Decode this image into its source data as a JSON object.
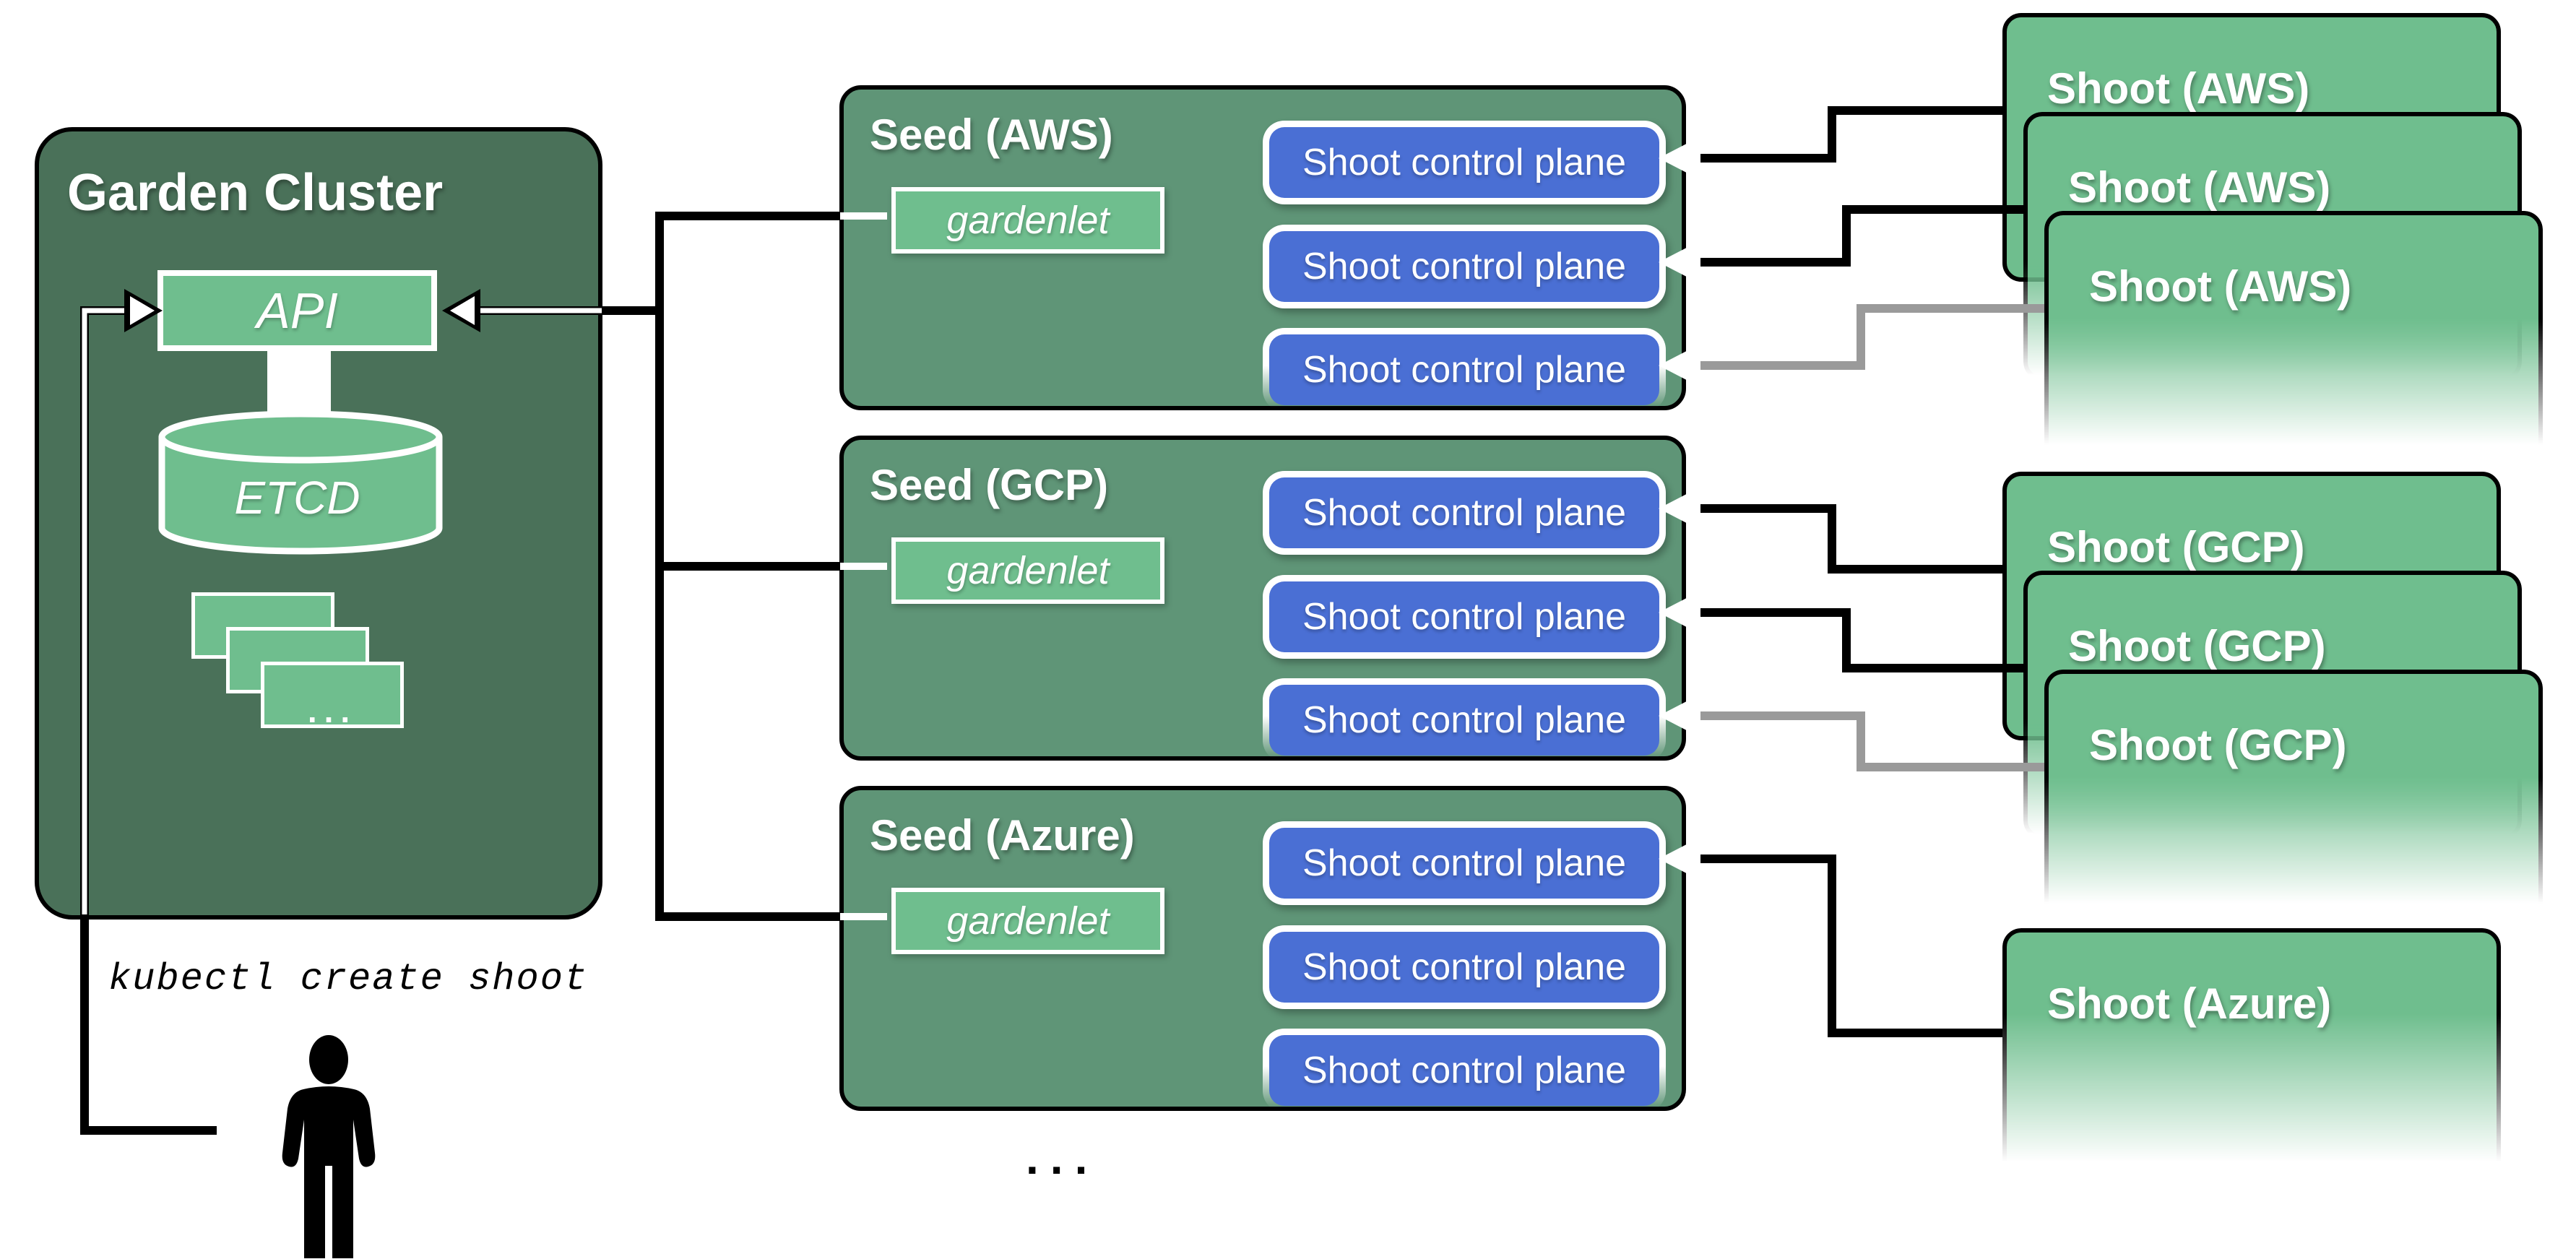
{
  "garden": {
    "title": "Garden Cluster",
    "api_label": "API",
    "etcd_label": "ETCD",
    "stack_ellipsis": "..."
  },
  "command": "kubectl create shoot",
  "seeds": [
    {
      "title": "Seed (AWS)",
      "gardenlet_label": "gardenlet",
      "control_planes": [
        "Shoot control plane",
        "Shoot control plane",
        "Shoot control plane"
      ]
    },
    {
      "title": "Seed (GCP)",
      "gardenlet_label": "gardenlet",
      "control_planes": [
        "Shoot control plane",
        "Shoot control plane",
        "Shoot control plane"
      ]
    },
    {
      "title": "Seed (Azure)",
      "gardenlet_label": "gardenlet",
      "control_planes": [
        "Shoot control plane",
        "Shoot control plane",
        "Shoot control plane"
      ]
    }
  ],
  "shoots": {
    "aws": [
      "Shoot (AWS)",
      "Shoot (AWS)",
      "Shoot (AWS)"
    ],
    "gcp": [
      "Shoot (GCP)",
      "Shoot (GCP)",
      "Shoot (GCP)"
    ],
    "azure": [
      "Shoot (Azure)"
    ]
  },
  "more_ellipsis": "...",
  "colors": {
    "garden_green": "#4a7159",
    "seed_green": "#5f9577",
    "light_green": "#6fbe8e",
    "control_plane_blue": "#4a6fd4",
    "line_black": "#000000",
    "line_gray": "#9a9a9a"
  }
}
